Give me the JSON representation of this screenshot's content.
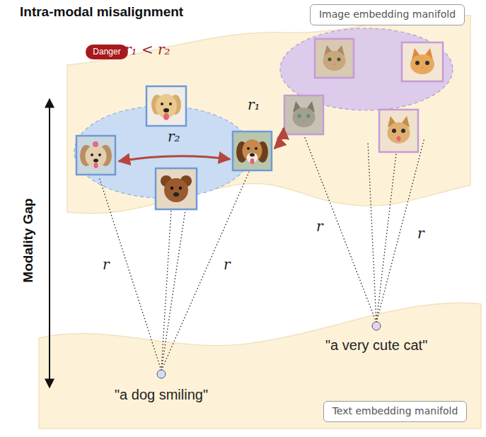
{
  "diagram": {
    "title": "Intra-modal misalignment",
    "nodes": [
      {
        "text": [
          "Danger"
        ]
      },
      {
        "text": [
          "Image embedding manifold"
        ]
      },
      {
        "text": [
          "Text embedding manifold"
        ]
      }
    ],
    "labels": [
      "r₁ < r₂",
      "r₁",
      "r₂",
      "r",
      "r",
      "r",
      "r",
      "Modality Gap",
      "\"a dog smiling\"",
      "\"a very cute cat\""
    ]
  }
}
